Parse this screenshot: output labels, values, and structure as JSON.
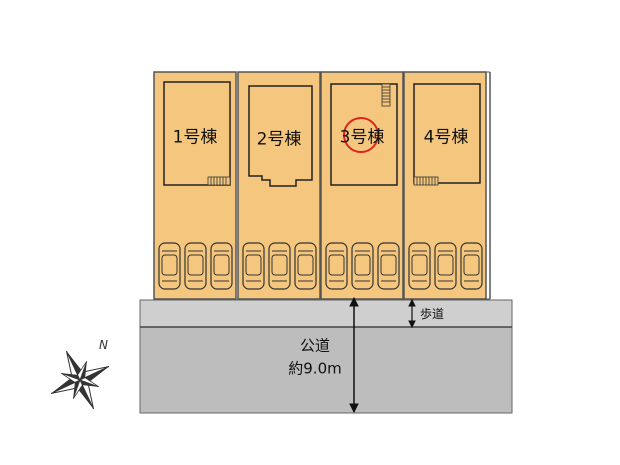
{
  "lots": [
    {
      "label": "1号棟"
    },
    {
      "label": "2号棟"
    },
    {
      "label": "3号棟",
      "highlighted": true
    },
    {
      "label": "4号棟"
    }
  ],
  "road": {
    "sidewalk_label": "歩道",
    "name": "公道",
    "width_label": "約9.0m"
  },
  "compass": {
    "north_label": "N"
  },
  "colors": {
    "lot_fill": "#f5c77e",
    "lot_border": "#555555",
    "road_fill": "#bdbdbd",
    "sidewalk_fill": "#cfcfcf",
    "highlight": "#e0241b"
  }
}
